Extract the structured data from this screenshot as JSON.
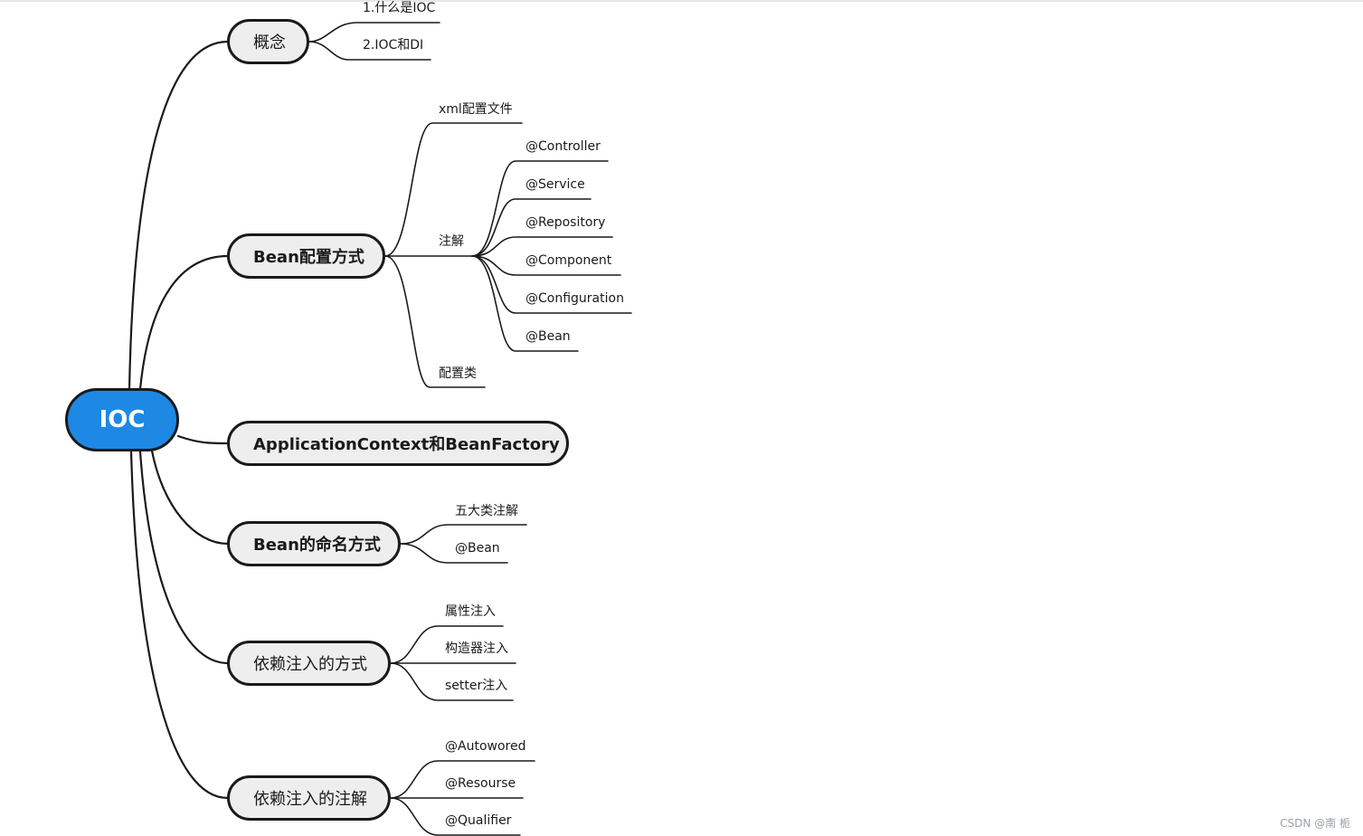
{
  "root": {
    "label": "IOC"
  },
  "branches": {
    "concept": "概念",
    "bean_config": "Bean配置方式",
    "context": "ApplicationContext和BeanFactory",
    "naming": "Bean的命名方式",
    "di_ways": "依赖注入的方式",
    "di_annotations": "依赖注入的注解"
  },
  "leaves": {
    "concept": [
      "1.什么是IOC",
      "2.IOC和DI"
    ],
    "bean_config": {
      "xml": "xml配置文件",
      "annotation": "注解",
      "config_class": "配置类"
    },
    "annotations": [
      "@Controller",
      "@Service",
      "@Repository",
      "@Component",
      "@Configuration",
      "@Bean"
    ],
    "naming": [
      "五大类注解",
      "@Bean"
    ],
    "di_ways": [
      "属性注入",
      "构造器注入",
      "setter注入"
    ],
    "di_annotations": [
      "@Autowored",
      "@Resourse",
      "@Qualifier"
    ]
  },
  "watermark": "CSDN @南  栀",
  "colors": {
    "root_fill": "#1e88e5",
    "branch_fill": "#eeeeee",
    "line": "#1a1a1a"
  }
}
